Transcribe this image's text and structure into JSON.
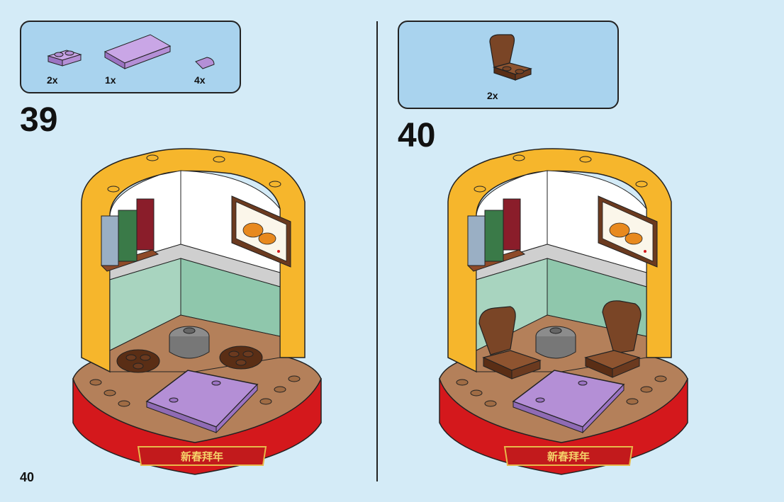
{
  "page_number": "40",
  "steps": [
    {
      "number": "39",
      "parts": [
        {
          "quantity": "2x",
          "part": "lavender-plate-1x2-icon"
        },
        {
          "quantity": "1x",
          "part": "lavender-tile-2x6-icon"
        },
        {
          "quantity": "4x",
          "part": "lavender-quarter-tile-icon"
        }
      ]
    },
    {
      "number": "40",
      "parts": [
        {
          "quantity": "2x",
          "part": "brown-chair-icon"
        }
      ]
    }
  ],
  "banner_text": "新春拜年",
  "colors": {
    "background": "#d4ebf7",
    "parts_box": "#a9d3ee",
    "lavender": "#b48fd6",
    "frame_yellow": "#f6b62c",
    "brown": "#6b3a1f",
    "base_tan": "#b4805a",
    "banner_red": "#d4181c",
    "mint_wall": "#a8d4bf"
  }
}
